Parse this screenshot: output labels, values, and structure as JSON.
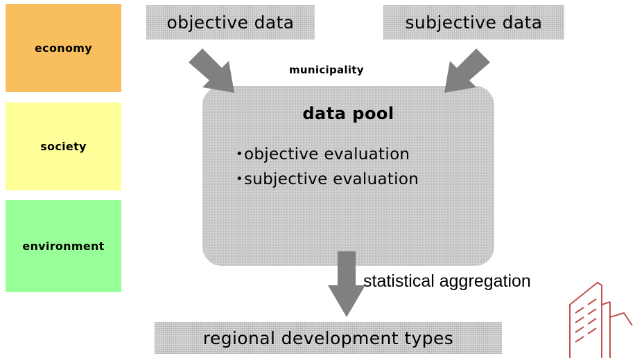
{
  "dimensions": {
    "economy": "economy",
    "society": "society",
    "environment": "environment"
  },
  "sources": {
    "objective": "objective data",
    "subjective": "subjective data"
  },
  "municipality": "municipality",
  "pool": {
    "title": "data pool",
    "items": [
      "objective evaluation",
      "subjective evaluation"
    ]
  },
  "aggregation": "statistical aggregation",
  "output": "regional development types",
  "colors": {
    "economy": "#f9bf5f",
    "society": "#ffff99",
    "environment": "#98ff98",
    "arrow": "#808080",
    "pool": "#cfcfcf",
    "logo": "#c0504d"
  },
  "icons": {
    "arrows": "arrow-icon",
    "logo": "building-logo-icon"
  }
}
